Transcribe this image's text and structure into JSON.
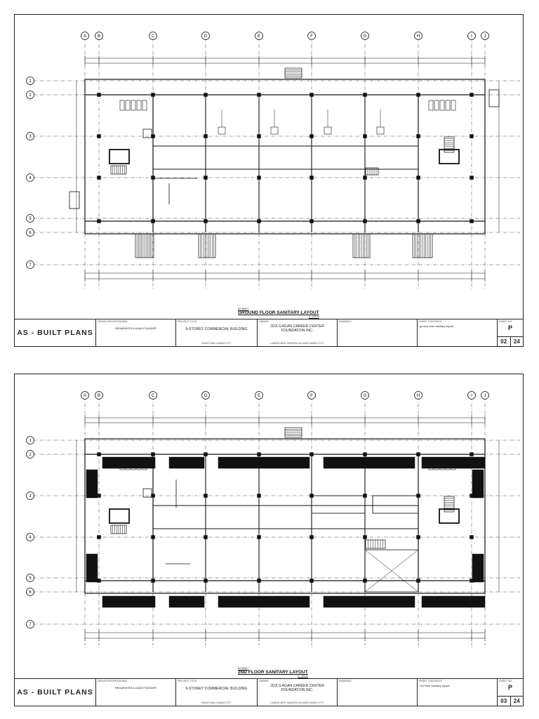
{
  "grid": {
    "columns": [
      "A",
      "B",
      "C",
      "D",
      "E",
      "F",
      "G",
      "H",
      "I",
      "J"
    ],
    "rows": [
      "1",
      "2",
      "3",
      "4",
      "5",
      "6",
      "7"
    ]
  },
  "sheets": [
    {
      "drawing_title": "GROUND FLOOR SANITARY LAYOUT",
      "drawing_note": "AS BUILT",
      "scale": "1 : 100 M",
      "title_block": {
        "label": "AS - BUILT PLANS",
        "design_professional_label": "DESIGN PROFESSIONAL",
        "design_professional": "REMARKERS ILAGAN FOUNDER",
        "project_title_label": "PROJECT TITLE",
        "project_title": "6-STOREY COMMERCIAL BUILDING",
        "project_location": "RUIGO MAL DAVAO CITY",
        "owner_label": "OWNER",
        "owner": "JOJI ILAGAN CAREER CENTER FOUNDATION INC.",
        "owner_address": "LANDSCAPE GARDEN VILLAGE DAVAO CITY",
        "remarks_label": "REMARKS",
        "sheet_contents_label": "SHEET CONTENTS",
        "sheet_contents": "ground floor sanitary layout",
        "sheet_no_label": "SHEET NO.",
        "discipline": "P",
        "sheet_number": "02",
        "sheet_total": "24"
      }
    },
    {
      "drawing_title": "2ND FLOOR SANITARY LAYOUT",
      "drawing_note": "AS BUILT",
      "scale": "1 : 100 M",
      "title_block": {
        "label": "AS - BUILT PLANS",
        "design_professional_label": "DESIGN PROFESSIONAL",
        "design_professional": "REMARKERS ILAGAN FOUNDER",
        "project_title_label": "PROJECT TITLE",
        "project_title": "6-STOREY COMMERCIAL BUILDING",
        "project_location": "RUIGO MAL DAVAO CITY",
        "owner_label": "OWNER",
        "owner": "JOJI ILAGAN CAREER CENTER FOUNDATION INC.",
        "owner_address": "LANDSCAPE GARDEN VILLAGE DAVAO CITY",
        "remarks_label": "REMARKS",
        "sheet_contents_label": "SHEET CONTENTS",
        "sheet_contents": "2nd floor sanitary layout",
        "sheet_no_label": "SHEET NO.",
        "discipline": "P",
        "sheet_number": "03",
        "sheet_total": "24"
      }
    }
  ]
}
